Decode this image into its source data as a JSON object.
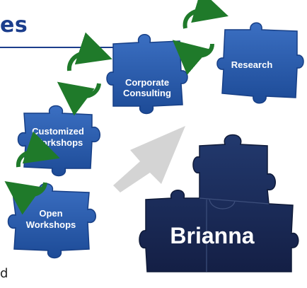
{
  "header": {
    "title_fragment": "es"
  },
  "footnote": {
    "text": "d"
  },
  "pieces": {
    "research": "Research",
    "corporate_line1": "Corporate",
    "corporate_line2": "Consulting",
    "customized_line1": "Customized",
    "customized_line2": "Workshops",
    "open_line1": "Open",
    "open_line2": "Workshops",
    "brianna": "Brianna"
  },
  "colors": {
    "blue_piece": "#2456a8",
    "blue_piece_edge": "#173f86",
    "navy_piece": "#172a55",
    "green_arrow": "#1f7a2a",
    "grey_arrow": "#d4d4d4",
    "title": "#1b3d8c"
  }
}
